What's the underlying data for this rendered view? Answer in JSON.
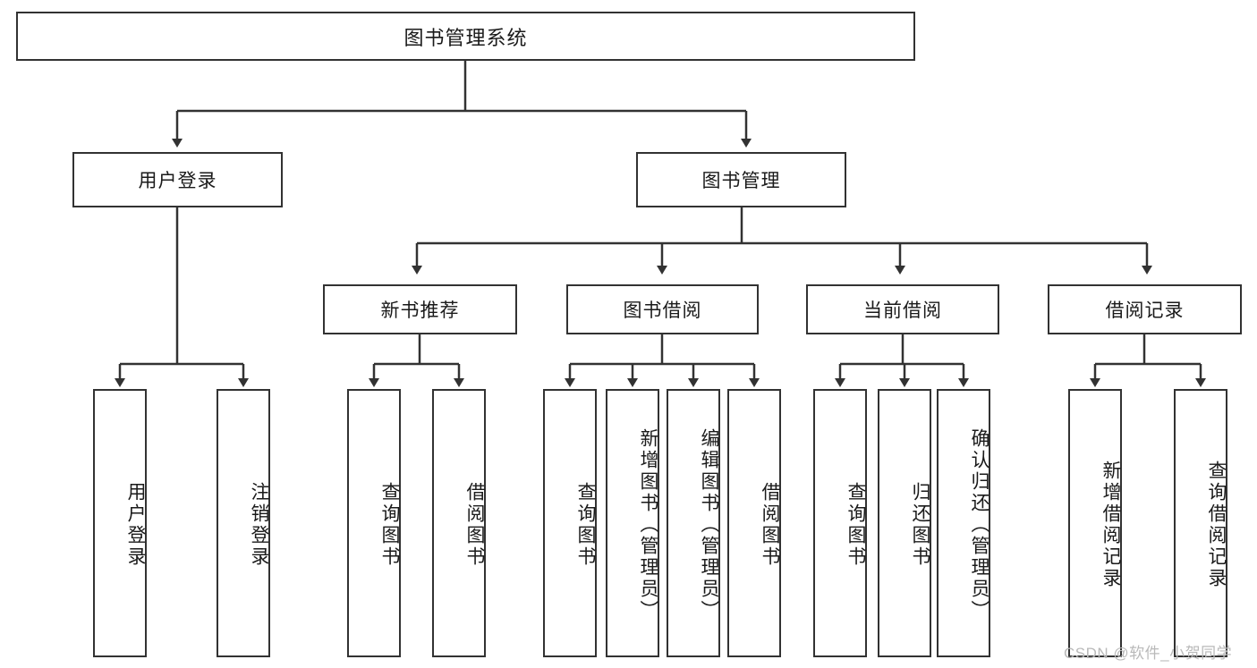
{
  "diagram": {
    "type": "tree-hierarchy",
    "title": "图书管理系统",
    "root": {
      "id": "root",
      "label": "图书管理系统"
    },
    "level2": [
      {
        "id": "user-login",
        "label": "用户登录"
      },
      {
        "id": "book-management",
        "label": "图书管理"
      }
    ],
    "level3": [
      {
        "id": "new-book-recommend",
        "label": "新书推荐",
        "parent": "book-management"
      },
      {
        "id": "book-borrow",
        "label": "图书借阅",
        "parent": "book-management"
      },
      {
        "id": "current-borrow",
        "label": "当前借阅",
        "parent": "book-management"
      },
      {
        "id": "borrow-record",
        "label": "借阅记录",
        "parent": "book-management"
      }
    ],
    "leaves": [
      {
        "id": "leaf-user-login",
        "label": "用户登录",
        "parent": "user-login"
      },
      {
        "id": "leaf-logout-login",
        "label": "注销登录",
        "parent": "user-login"
      },
      {
        "id": "leaf-query-book-1",
        "label": "查询图书",
        "parent": "new-book-recommend"
      },
      {
        "id": "leaf-borrow-book-1",
        "label": "借阅图书",
        "parent": "new-book-recommend"
      },
      {
        "id": "leaf-query-book-2",
        "label": "查询图书",
        "parent": "book-borrow"
      },
      {
        "id": "leaf-add-book",
        "label": "新增图书（管理员）",
        "parent": "book-borrow"
      },
      {
        "id": "leaf-edit-book",
        "label": "编辑图书（管理员）",
        "parent": "book-borrow"
      },
      {
        "id": "leaf-borrow-book-2",
        "label": "借阅图书",
        "parent": "book-borrow"
      },
      {
        "id": "leaf-query-book-3",
        "label": "查询图书",
        "parent": "current-borrow"
      },
      {
        "id": "leaf-return-book",
        "label": "归还图书",
        "parent": "current-borrow"
      },
      {
        "id": "leaf-confirm-return",
        "label": "确认归还（管理员）",
        "parent": "current-borrow"
      },
      {
        "id": "leaf-add-record",
        "label": "新增借阅记录",
        "parent": "borrow-record"
      },
      {
        "id": "leaf-query-record",
        "label": "查询借阅记录",
        "parent": "borrow-record"
      }
    ],
    "watermark": "CSDN @软件_小贺同学",
    "colors": {
      "stroke": "#323232",
      "background": "#ffffff",
      "text": "#1a1a1a",
      "watermark": "#b9b9b9"
    }
  }
}
